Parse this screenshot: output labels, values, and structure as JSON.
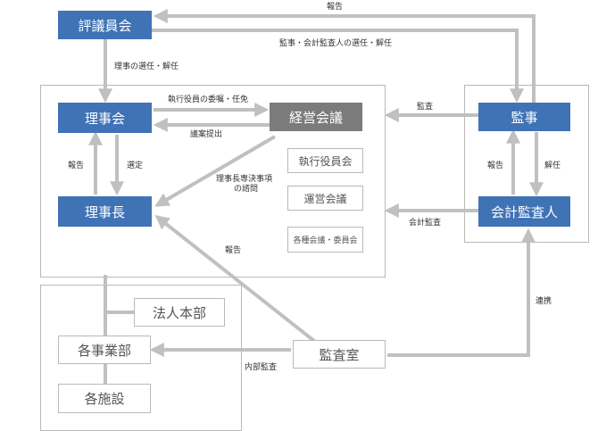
{
  "colors": {
    "blue": "#3f73b6",
    "gray": "#7b7b7b",
    "line": "#c0c0c0",
    "border": "#b9b9b9"
  },
  "nodes": {
    "hyogiinkai": "評議員会",
    "rijikai": "理事会",
    "keiei_kaigi": "経営会議",
    "shikko_yakuinkai": "執行役員会",
    "unei_kaigi": "運営会議",
    "kakushu_kaigi": "各種会議・委員会",
    "rijicho": "理事長",
    "kanji": "監事",
    "kaikei_kansanin": "会計監査人",
    "hojin_honbu": "法人本部",
    "kaku_jigyobu": "各事業部",
    "kaku_shisetsu": "各施設",
    "kansashitsu": "監査室"
  },
  "edge_labels": {
    "hokoku_top": "報告",
    "kanji_sennin": "監事・会計監査人の選任・解任",
    "riji_sennin": "理事の選任・解任",
    "shikko_ishoku": "執行役員の委嘱・任免",
    "gian_teishutsu": "議案提出",
    "kansa": "監査",
    "hokoku_left": "報告",
    "sentei": "選定",
    "rijicho_senketsu": "理事長専決事項",
    "shimon": "の諮問",
    "hokoku_diag": "報告",
    "hokoku_right": "報告",
    "kainin": "解任",
    "kaikei_kansa": "会計監査",
    "renkei": "連携",
    "naibu_kansa": "内部監査"
  }
}
